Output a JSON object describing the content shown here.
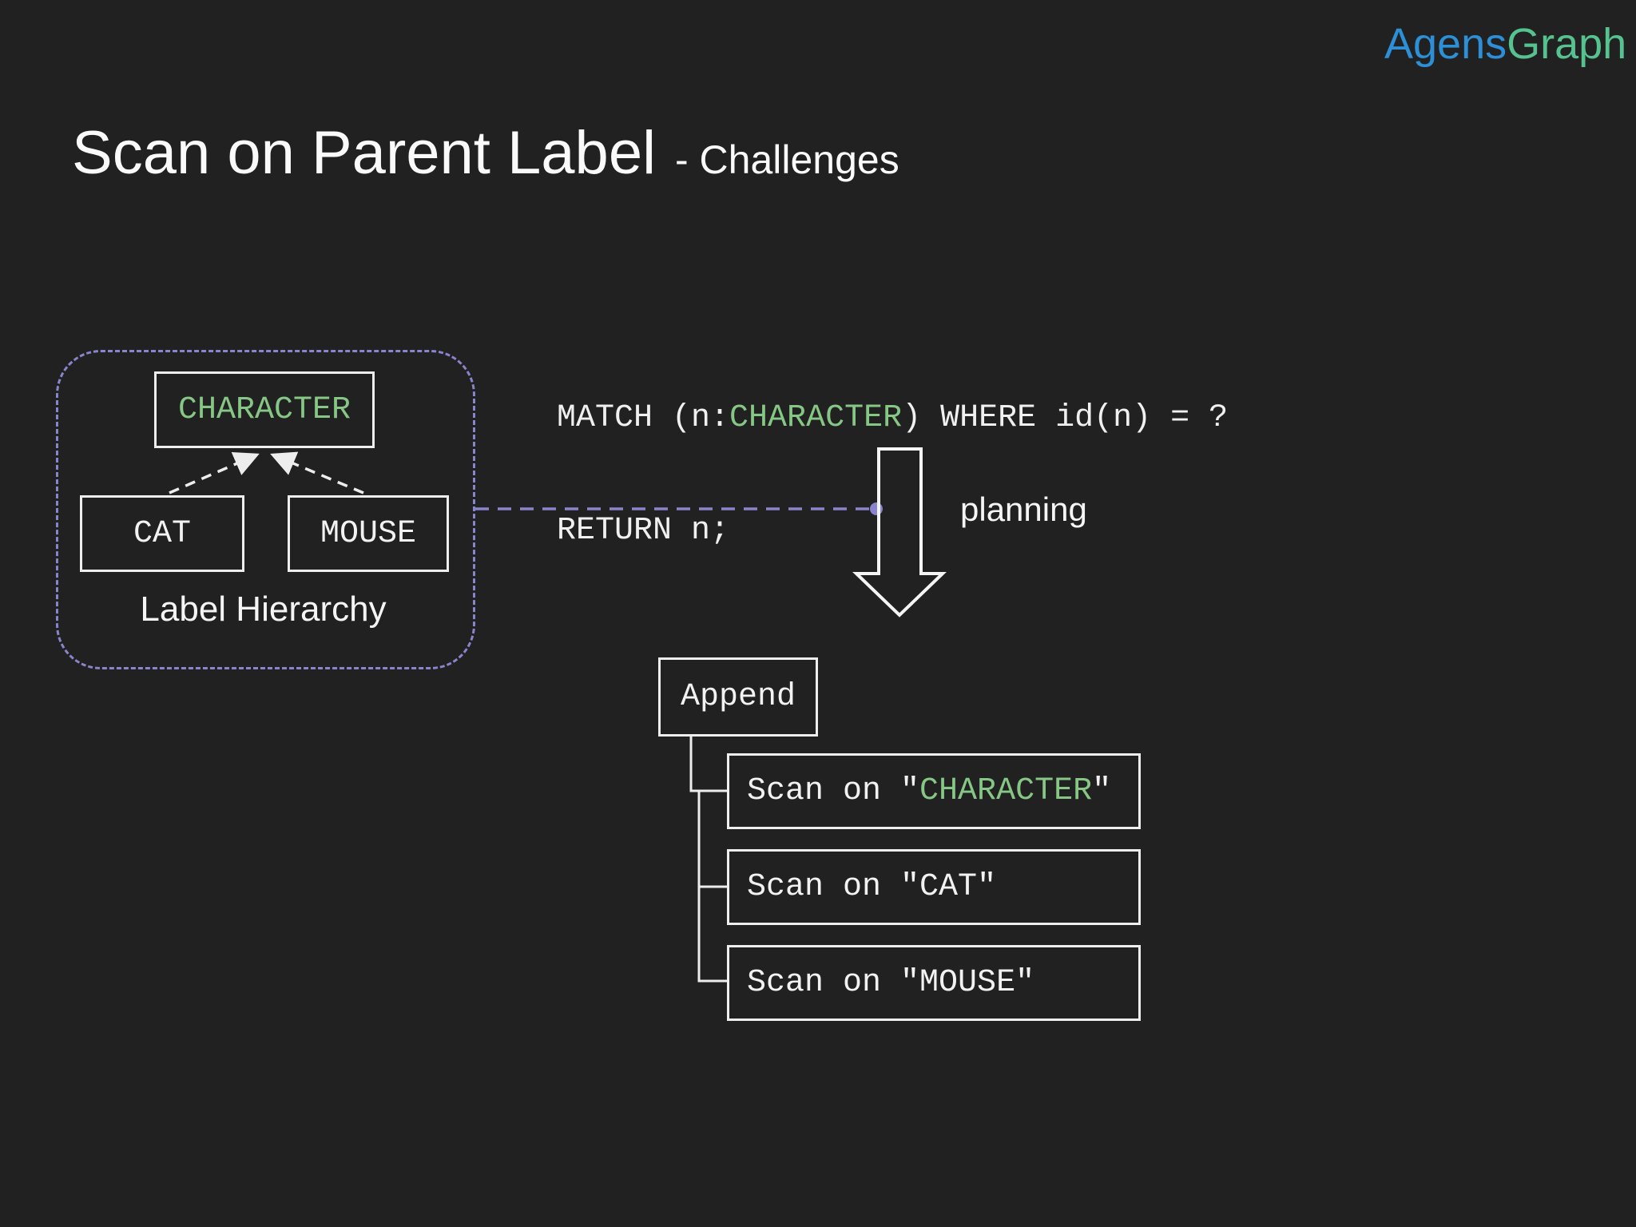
{
  "slide": {
    "background_color": "#212121",
    "logo": {
      "text_blue": "Agens",
      "text_green": "Graph",
      "blue": "#2d8fd5",
      "green": "#55c28f"
    },
    "title": {
      "main": "Scan on Parent Label",
      "suffix": "- Challenges"
    },
    "code": {
      "line1_pre": "MATCH (n:",
      "line1_label": "CHARACTER",
      "line1_post": ") WHERE id(n) = ?",
      "line2": "RETURN n;",
      "label_color": "#86c785",
      "text_color": "#f0f0f0"
    },
    "hierarchy": {
      "parent_label": "CHARACTER",
      "parent_color": "#86c785",
      "children": [
        {
          "label": "CAT"
        },
        {
          "label": "MOUSE"
        }
      ],
      "caption": "Label Hierarchy"
    },
    "planning_label": "planning",
    "plan_tree": {
      "root_label": "Append",
      "nodes": [
        {
          "pre": "Scan on \"",
          "label": "CHARACTER",
          "post": "\"",
          "label_color": "#86c785"
        },
        {
          "pre": "Scan on \"",
          "label": "CAT",
          "post": "\"",
          "label_color": "#f2f2f2"
        },
        {
          "pre": "Scan on \"",
          "label": "MOUSE",
          "post": "\"",
          "label_color": "#f2f2f2"
        }
      ]
    },
    "colors": {
      "accent_purple": "#8a84cc",
      "line_white": "#ededed",
      "arrow_outline": "#f5f5f5"
    }
  }
}
